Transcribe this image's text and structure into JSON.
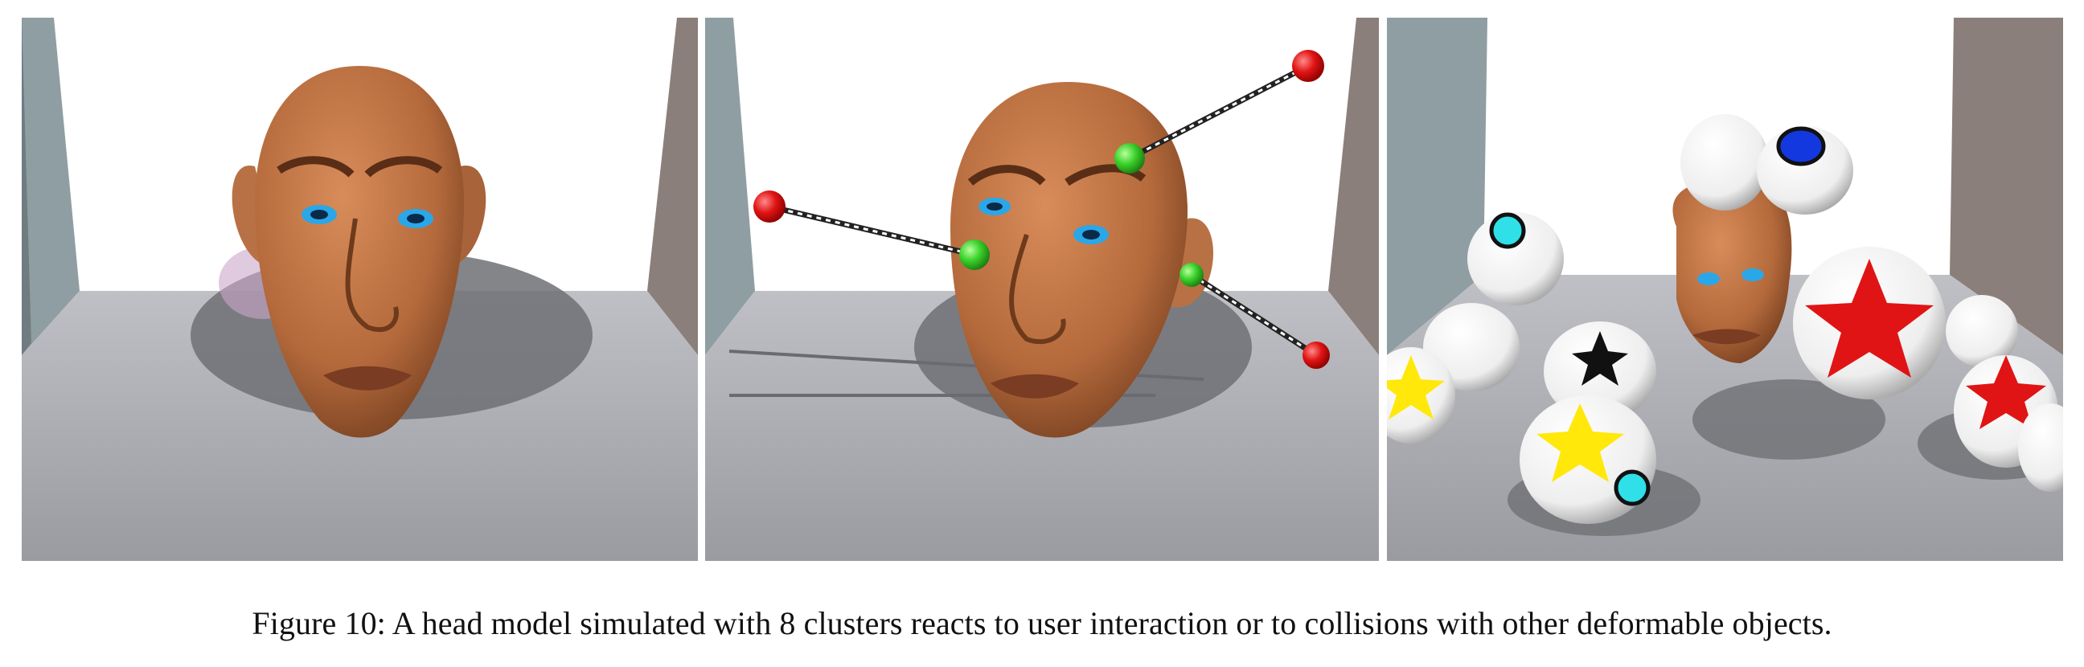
{
  "figure": {
    "caption": "Figure 10: A head model simulated with 8 clusters reacts to user interaction or to collisions with other deformable objects.",
    "panels": [
      {
        "name": "head-at-rest"
      },
      {
        "name": "head-user-interaction"
      },
      {
        "name": "head-collision-with-balls"
      }
    ],
    "colors": {
      "skin": "#c47848",
      "skin_dark": "#7a4424",
      "eye": "#2aa7e8",
      "floor": "#a9aab0",
      "wall_left": "#8f9ea2",
      "wall_right": "#8a7f7a",
      "handle_red": "#e01414",
      "handle_green": "#3ad12a"
    }
  }
}
